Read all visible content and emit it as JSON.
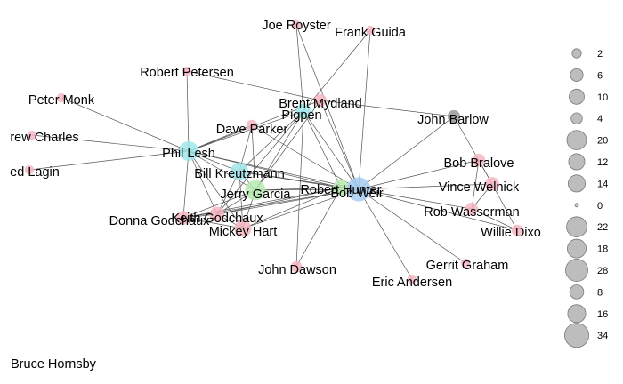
{
  "nodes": [
    {
      "id": "joe-royster",
      "label": "Joe Royster",
      "size": 2,
      "color": "#f4b6c2"
    },
    {
      "id": "frank-guida",
      "label": "Frank Guida",
      "size": 2,
      "color": "#f4b6c2"
    },
    {
      "id": "robert-petersen",
      "label": "Robert Petersen",
      "size": 2,
      "color": "#f4b6c2"
    },
    {
      "id": "peter-monk",
      "label": "Peter Monk",
      "size": 2,
      "color": "#f4b6c2"
    },
    {
      "id": "brent-mydland",
      "label": "Brent Mydland",
      "size": 6,
      "color": "#f4b6c2"
    },
    {
      "id": "pigpen",
      "label": "Pigpen",
      "size": 10,
      "color": "#9fe6ea"
    },
    {
      "id": "dave-parker",
      "label": "Dave Parker",
      "size": 4,
      "color": "#f4b6c2"
    },
    {
      "id": "andrew-charles",
      "label": "rew Charles",
      "size": 2,
      "color": "#f4b6c2"
    },
    {
      "id": "phil-lesh",
      "label": "Phil Lesh",
      "size": 20,
      "color": "#9fe6ea"
    },
    {
      "id": "ned-lagin",
      "label": "ed Lagin",
      "size": 2,
      "color": "#f4b6c2"
    },
    {
      "id": "bill-kreutzmann",
      "label": "Bill Kreutzmann",
      "size": 16,
      "color": "#9fe6ea"
    },
    {
      "id": "jerry-garcia",
      "label": "Jerry Garcia",
      "size": 22,
      "color": "#b6eab0"
    },
    {
      "id": "robert-hunter",
      "label": "Robert Hunter",
      "size": 12,
      "color": "#b6eab0"
    },
    {
      "id": "bob-weir",
      "label": "Bob Weir",
      "size": 34,
      "color": "#a7cdf2"
    },
    {
      "id": "keith-godchaux",
      "label": "Keith Godchaux",
      "size": 10,
      "color": "#f4b6c2"
    },
    {
      "id": "donna-godchaux",
      "label": "Donna Godchaux",
      "size": 8,
      "color": "#f4b6c2"
    },
    {
      "id": "mickey-hart",
      "label": "Mickey Hart",
      "size": 14,
      "color": "#f4b6c2"
    },
    {
      "id": "john-dawson",
      "label": "John Dawson",
      "size": 4,
      "color": "#f4b6c2"
    },
    {
      "id": "john-barlow",
      "label": "John Barlow",
      "size": 6,
      "color": "#999999"
    },
    {
      "id": "bob-bralove",
      "label": "Bob Bralove",
      "size": 6,
      "color": "#f4b6c2"
    },
    {
      "id": "vince-welnick",
      "label": "Vince Welnick",
      "size": 8,
      "color": "#f4b6c2"
    },
    {
      "id": "rob-wasserman",
      "label": "Rob Wasserman",
      "size": 6,
      "color": "#f4b6c2"
    },
    {
      "id": "willie-dixon",
      "label": "Willie Dixo",
      "size": 4,
      "color": "#f4b6c2"
    },
    {
      "id": "gerrit-graham",
      "label": "Gerrit Graham",
      "size": 2,
      "color": "#f4b6c2"
    },
    {
      "id": "eric-andersen",
      "label": "Eric Andersen",
      "size": 2,
      "color": "#f4b6c2"
    },
    {
      "id": "bruce-hornsby",
      "label": "Bruce Hornsby",
      "size": 0,
      "color": "#f4b6c2"
    }
  ],
  "edges": [
    [
      "joe-royster",
      "pigpen"
    ],
    [
      "joe-royster",
      "bob-weir"
    ],
    [
      "frank-guida",
      "pigpen"
    ],
    [
      "frank-guida",
      "bob-weir"
    ],
    [
      "robert-petersen",
      "phil-lesh"
    ],
    [
      "robert-petersen",
      "brent-mydland"
    ],
    [
      "peter-monk",
      "phil-lesh"
    ],
    [
      "andrew-charles",
      "phil-lesh"
    ],
    [
      "ned-lagin",
      "phil-lesh"
    ],
    [
      "brent-mydland",
      "bob-weir"
    ],
    [
      "brent-mydland",
      "jerry-garcia"
    ],
    [
      "brent-mydland",
      "john-barlow"
    ],
    [
      "brent-mydland",
      "phil-lesh"
    ],
    [
      "pigpen",
      "jerry-garcia"
    ],
    [
      "pigpen",
      "bob-weir"
    ],
    [
      "pigpen",
      "bill-kreutzmann"
    ],
    [
      "pigpen",
      "phil-lesh"
    ],
    [
      "pigpen",
      "robert-hunter"
    ],
    [
      "pigpen",
      "keith-godchaux"
    ],
    [
      "pigpen",
      "john-dawson"
    ],
    [
      "dave-parker",
      "jerry-garcia"
    ],
    [
      "dave-parker",
      "bob-weir"
    ],
    [
      "dave-parker",
      "bill-kreutzmann"
    ],
    [
      "dave-parker",
      "phil-lesh"
    ],
    [
      "phil-lesh",
      "jerry-garcia"
    ],
    [
      "phil-lesh",
      "bob-weir"
    ],
    [
      "phil-lesh",
      "bill-kreutzmann"
    ],
    [
      "phil-lesh",
      "robert-hunter"
    ],
    [
      "phil-lesh",
      "mickey-hart"
    ],
    [
      "phil-lesh",
      "keith-godchaux"
    ],
    [
      "phil-lesh",
      "donna-godchaux"
    ],
    [
      "bill-kreutzmann",
      "jerry-garcia"
    ],
    [
      "bill-kreutzmann",
      "bob-weir"
    ],
    [
      "bill-kreutzmann",
      "mickey-hart"
    ],
    [
      "bill-kreutzmann",
      "robert-hunter"
    ],
    [
      "bill-kreutzmann",
      "keith-godchaux"
    ],
    [
      "jerry-garcia",
      "bob-weir"
    ],
    [
      "jerry-garcia",
      "robert-hunter"
    ],
    [
      "jerry-garcia",
      "mickey-hart"
    ],
    [
      "jerry-garcia",
      "keith-godchaux"
    ],
    [
      "jerry-garcia",
      "donna-godchaux"
    ],
    [
      "robert-hunter",
      "bob-weir"
    ],
    [
      "robert-hunter",
      "mickey-hart"
    ],
    [
      "robert-hunter",
      "keith-godchaux"
    ],
    [
      "robert-hunter",
      "john-dawson"
    ],
    [
      "robert-hunter",
      "donna-godchaux"
    ],
    [
      "bob-weir",
      "mickey-hart"
    ],
    [
      "bob-weir",
      "keith-godchaux"
    ],
    [
      "bob-weir",
      "donna-godchaux"
    ],
    [
      "bob-weir",
      "john-barlow"
    ],
    [
      "bob-weir",
      "bob-bralove"
    ],
    [
      "bob-weir",
      "vince-welnick"
    ],
    [
      "bob-weir",
      "rob-wasserman"
    ],
    [
      "bob-weir",
      "willie-dixon"
    ],
    [
      "bob-weir",
      "gerrit-graham"
    ],
    [
      "bob-weir",
      "eric-andersen"
    ],
    [
      "bob-bralove",
      "vince-welnick"
    ],
    [
      "bob-bralove",
      "rob-wasserman"
    ],
    [
      "vince-welnick",
      "rob-wasserman"
    ],
    [
      "vince-welnick",
      "willie-dixon"
    ],
    [
      "rob-wasserman",
      "willie-dixon"
    ],
    [
      "john-barlow",
      "vince-welnick"
    ],
    [
      "keith-godchaux",
      "donna-godchaux"
    ],
    [
      "keith-godchaux",
      "mickey-hart"
    ],
    [
      "mickey-hart",
      "donna-godchaux"
    ]
  ],
  "legend": {
    "items": [
      {
        "label": "2",
        "size": 2
      },
      {
        "label": "6",
        "size": 6
      },
      {
        "label": "10",
        "size": 10
      },
      {
        "label": "4",
        "size": 4
      },
      {
        "label": "20",
        "size": 20
      },
      {
        "label": "12",
        "size": 12
      },
      {
        "label": "14",
        "size": 14
      },
      {
        "label": "0",
        "size": 0
      },
      {
        "label": "22",
        "size": 22
      },
      {
        "label": "18",
        "size": 18
      },
      {
        "label": "28",
        "size": 28
      },
      {
        "label": "8",
        "size": 8
      },
      {
        "label": "16",
        "size": 16
      },
      {
        "label": "34",
        "size": 34
      }
    ]
  }
}
